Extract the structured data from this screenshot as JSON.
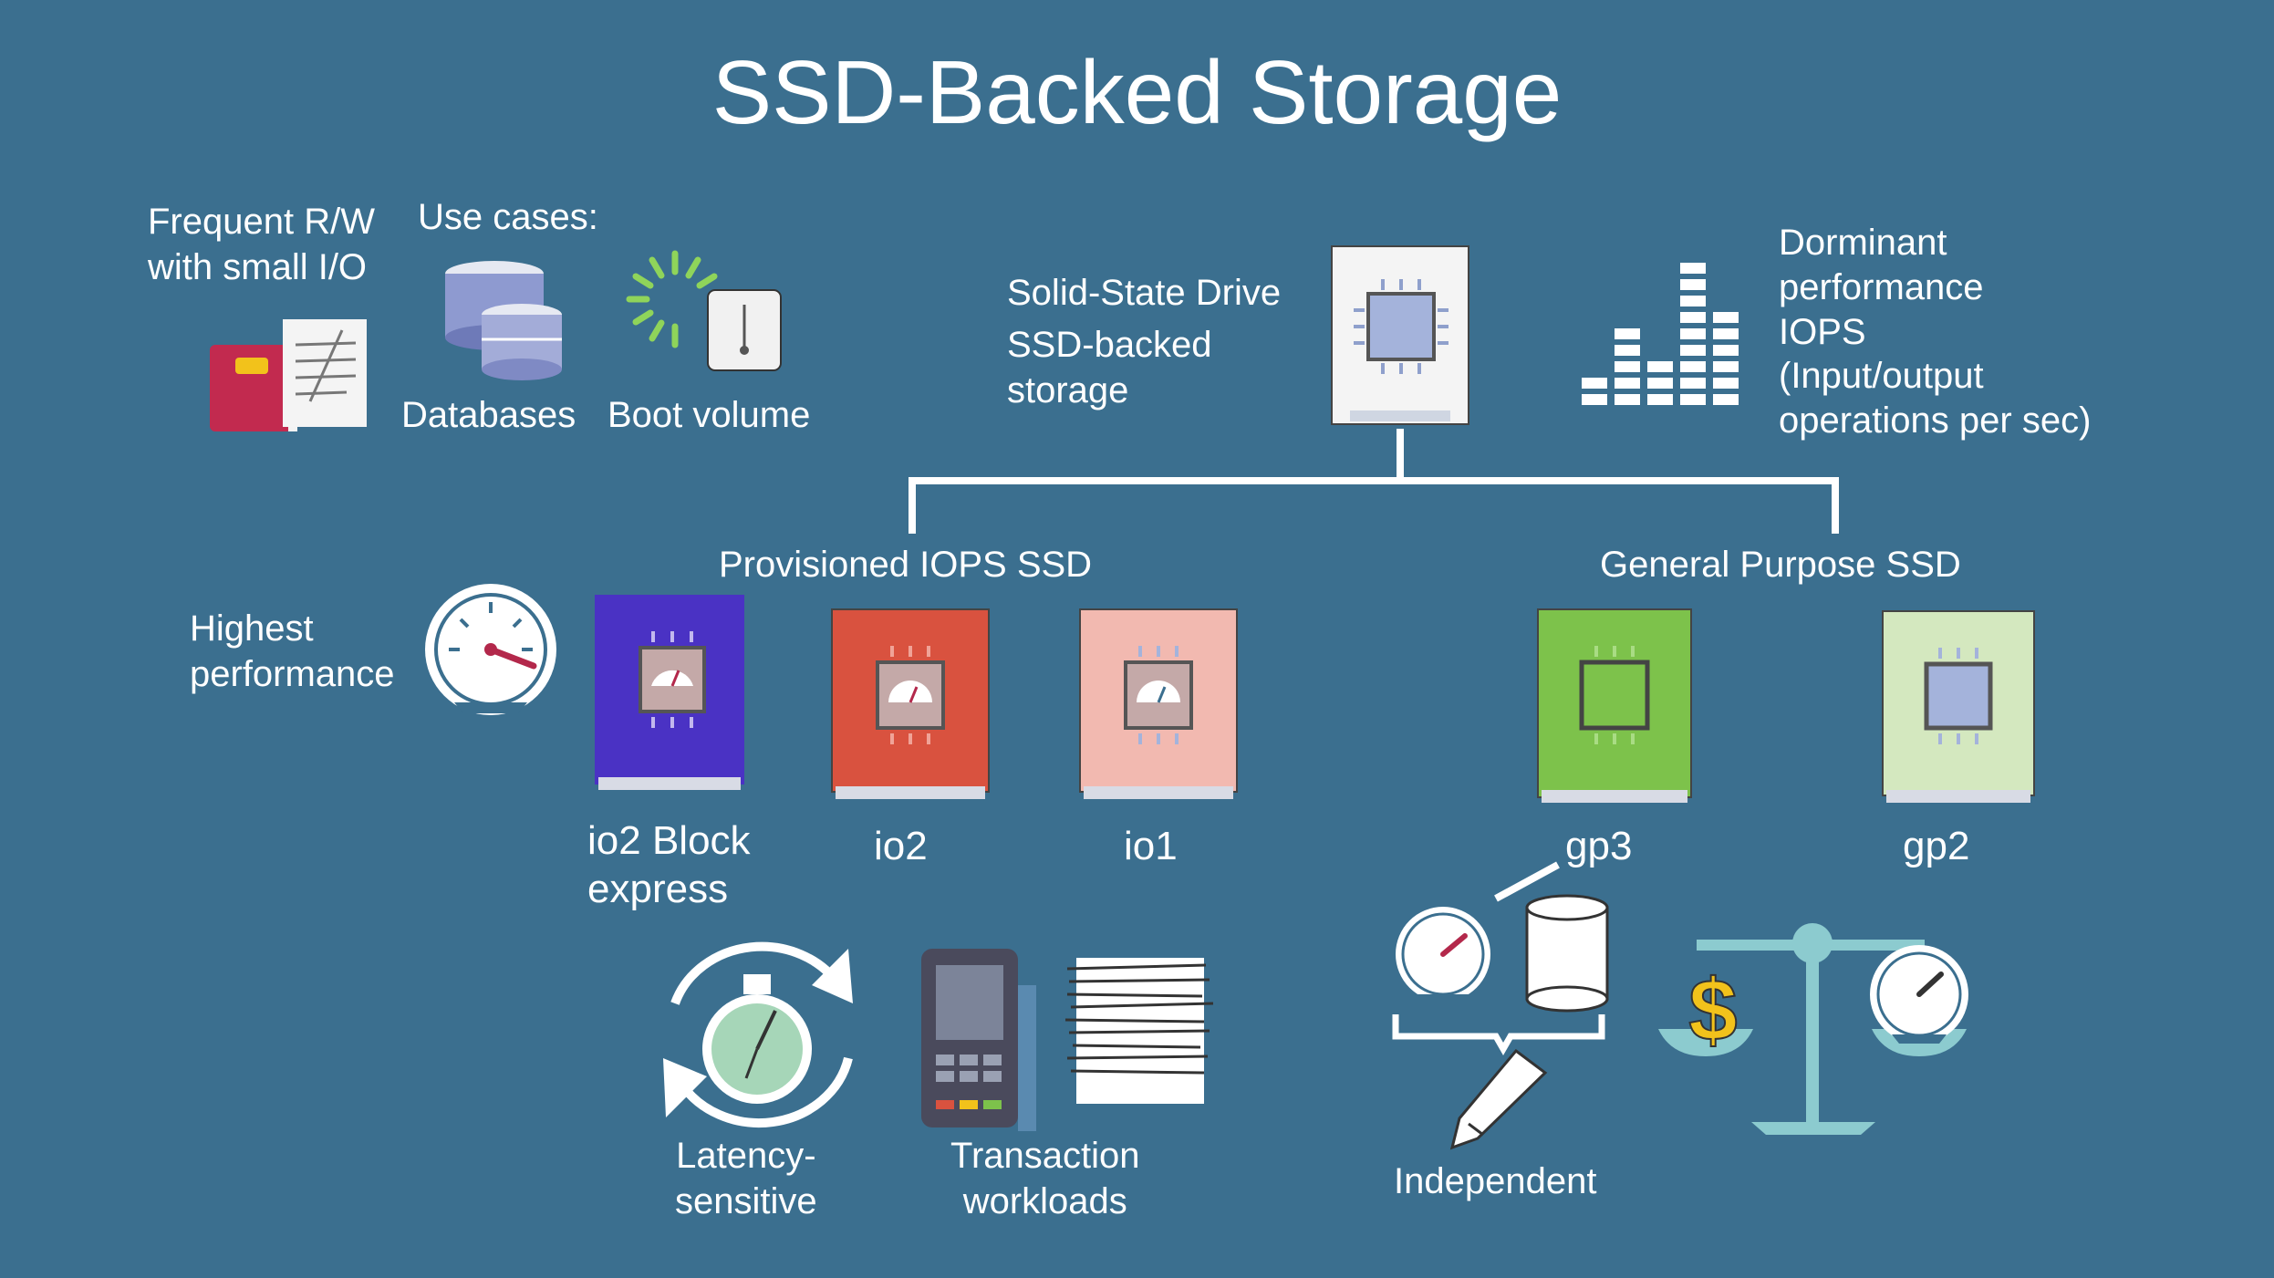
{
  "title": "SSD-Backed Storage",
  "top": {
    "frequent": "Frequent R/W\nwith small I/O",
    "use_cases": "Use cases:",
    "databases": "Databases",
    "boot_volume": "Boot volume",
    "ssd_label_1": "Solid-State Drive",
    "ssd_label_2": "SSD-backed\nstorage",
    "iops": "Dorminant\nperformance\nIOPS\n(Input/output\noperations per sec)"
  },
  "branches": {
    "provisioned": "Provisioned IOPS SSD",
    "general": "General Purpose SSD"
  },
  "highest_performance": "Highest\nperformance",
  "volumes": [
    {
      "label": "io2 Block\nexpress",
      "color": "#4a32c4"
    },
    {
      "label": "io2",
      "color": "#d9523f"
    },
    {
      "label": "io1",
      "color": "#f2b9b0"
    },
    {
      "label": "gp3",
      "color": "#7dc24b"
    },
    {
      "label": "gp2",
      "color": "#d4e8bf"
    }
  ],
  "bottom": {
    "latency": "Latency-\nsensitive",
    "transaction": "Transaction\nworkloads",
    "independent": "Independent"
  },
  "colors": {
    "background": "#3b6f8f",
    "line": "#ffffff",
    "scale": "#8ccbcf",
    "dollar": "#f2c21b",
    "needle": "#b3284b"
  }
}
